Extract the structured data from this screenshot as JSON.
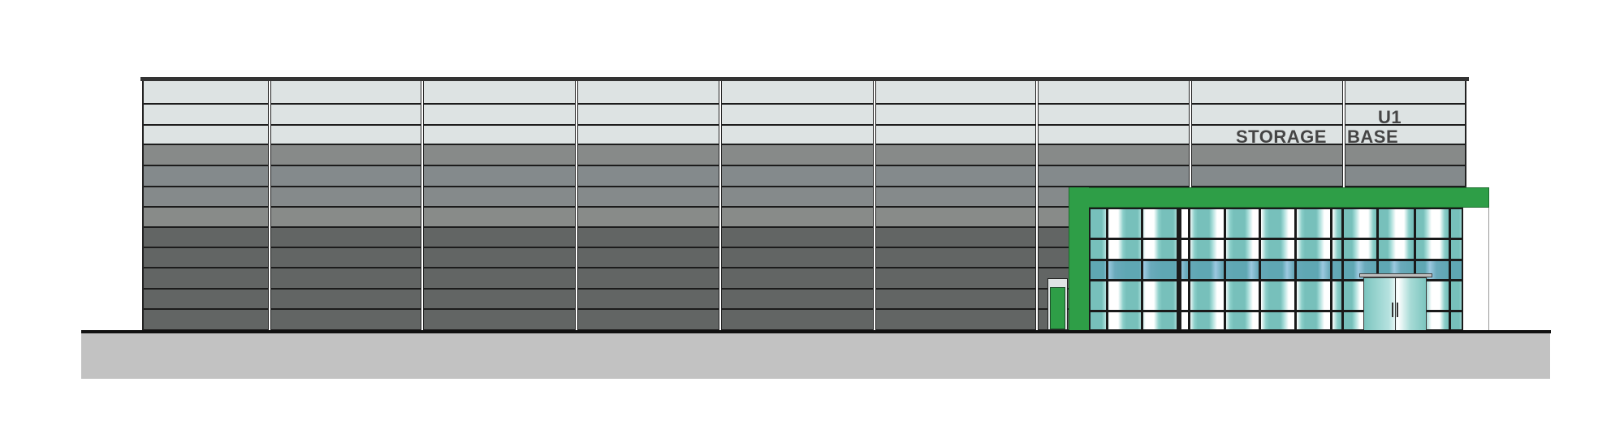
{
  "drawing": {
    "sign": {
      "unit": "U1",
      "line_left": "STORAGE",
      "line_right": "BASE"
    },
    "colors": {
      "cladding_light": "#dde3e3",
      "cladding_mid": [
        "#878a89",
        "#848a8c",
        "#858a8b",
        "#888b89"
      ],
      "cladding_dark": "#626564",
      "accent_green": "#2e9e47",
      "glazing_teal": "#77c0bb",
      "ground": "#c2c2c2"
    },
    "cladding_bays": 9,
    "curtain_wall_bays": 3
  }
}
